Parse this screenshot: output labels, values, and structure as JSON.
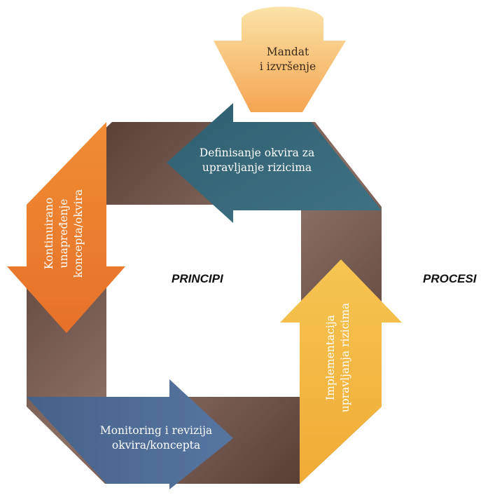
{
  "mandate": {
    "line1": "Mandat",
    "line2": "i izvršenje"
  },
  "steps": {
    "define": {
      "line1": "Definisanje okvira za",
      "line2": "upravljanje rizicima"
    },
    "implement": {
      "line1": "Implementacija",
      "line2": "upravljanja rizicima"
    },
    "monitor": {
      "line1": "Monitoring i revizija",
      "line2": "okvira/koncepta"
    },
    "improve": {
      "line1": "Kontinuirano",
      "line2": "unapređenje",
      "line3": "koncepta/okvira"
    }
  },
  "labels": {
    "principles": "PRINCIPI",
    "processes": "PROCESI"
  },
  "colors": {
    "ring": "#5c4037",
    "define": "#3a6a7a",
    "implement": "#f3b63c",
    "monitor": "#4d6b8e",
    "improve": "#ea7e2c",
    "mandate": "#f7b66a"
  }
}
